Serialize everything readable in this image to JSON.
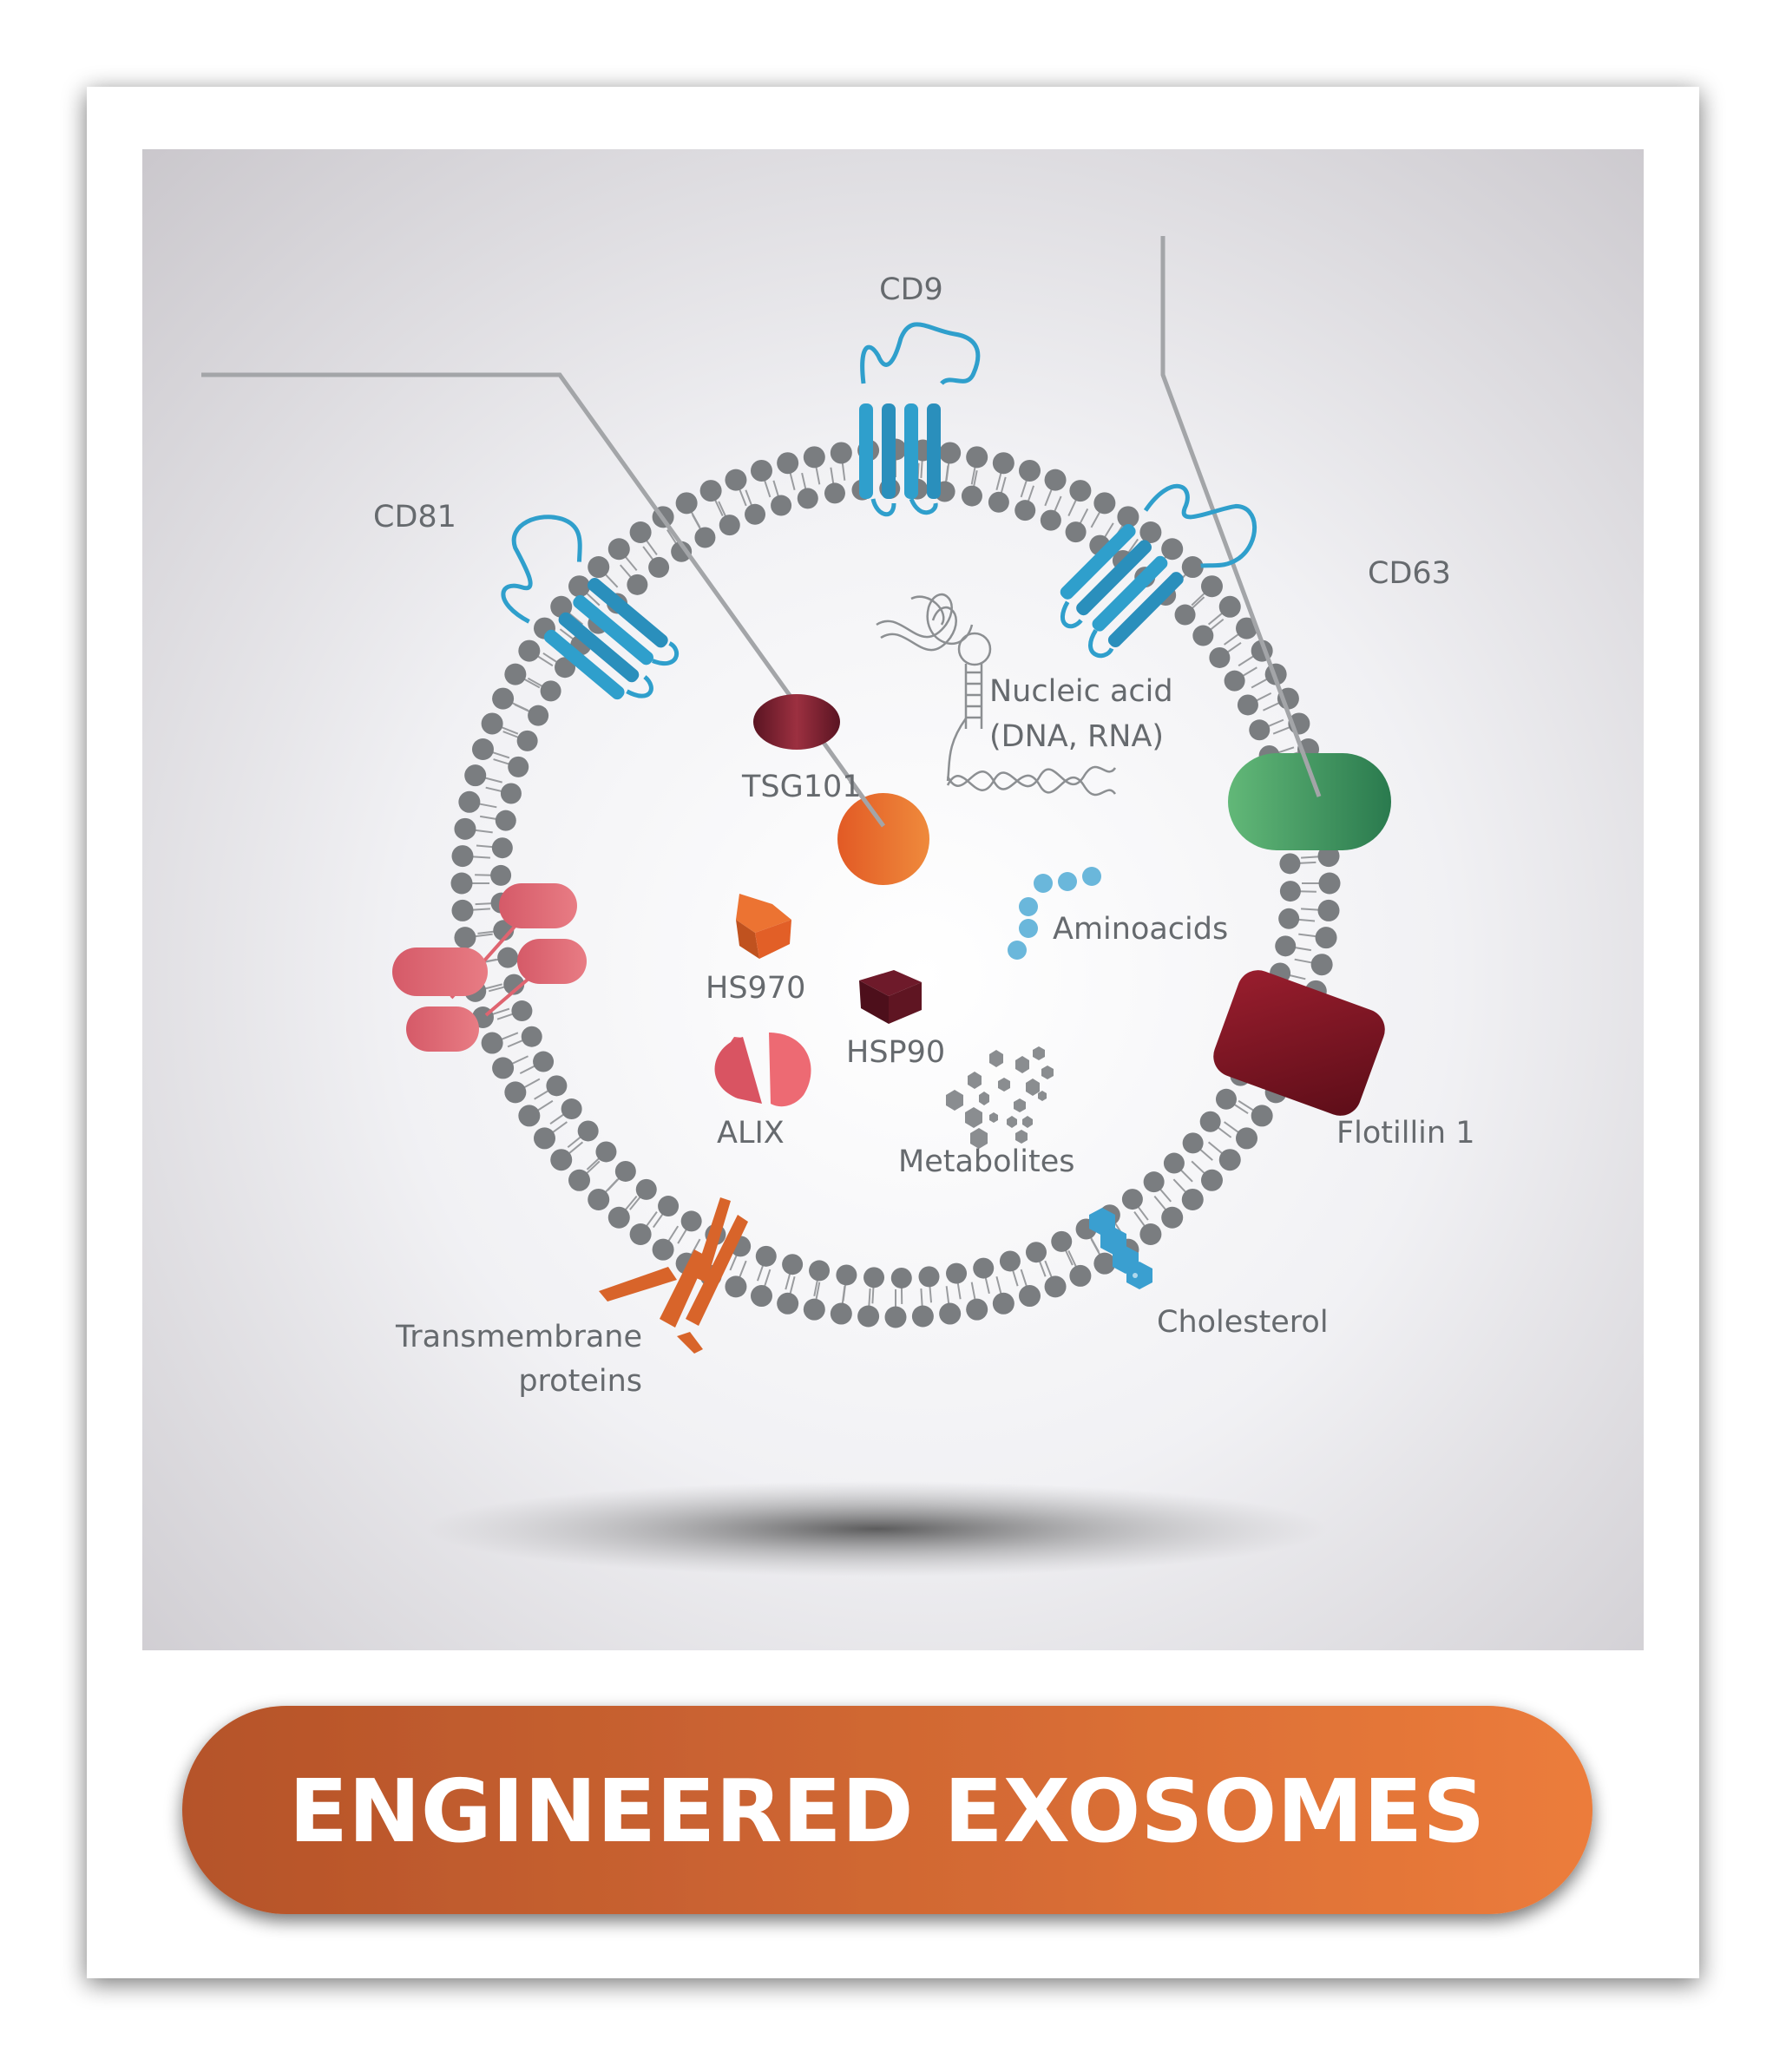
{
  "labels": {
    "cd9": "CD9",
    "cd81": "CD81",
    "cd63": "CD63",
    "nucleic_line1": "Nucleic acid",
    "nucleic_line2": "(DNA, RNA)",
    "tsg101": "TSG101",
    "aminoacids": "Aminoacids",
    "hs970": "HS970",
    "hsp90": "HSP90",
    "alix": "ALIX",
    "metabolites": "Metabolites",
    "flotillin": "Flotillin 1",
    "cholesterol": "Cholesterol",
    "transmembrane_line1": "Transmembrane",
    "transmembrane_line2": "proteins"
  },
  "banner": {
    "title": "ENGINEERED EXOSOMES"
  },
  "colors": {
    "banner_start": "#b5532a",
    "banner_end": "#eb7b3a",
    "tetraspanin": "#2f9fcc",
    "lipid_head": "#7a7d80",
    "tsg101": "#6e1a2a",
    "orange_protein": "#e8682c",
    "flotillin": "#7d1424",
    "cd63_capsule": "#3a9a5c",
    "aminoacid": "#6ab7db",
    "cholesterol": "#3a9fd0",
    "alix": "#e05a66",
    "transmembrane_pink": "#df6470",
    "transmembrane_orange": "#d8642a"
  }
}
